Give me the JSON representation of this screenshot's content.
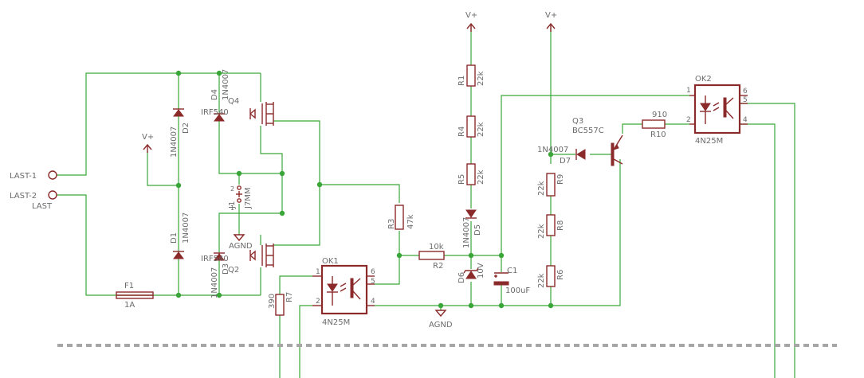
{
  "labels": {
    "last1": "LAST-1",
    "last2": "LAST-2",
    "last": "LAST",
    "d1_name": "D1",
    "d1_val": "1N4007",
    "d2_name": "D2",
    "d2_val": "1N4007",
    "d3_name": "D3",
    "d3_val": "1N4007",
    "d4_name": "D4",
    "d4_val": "1N4007",
    "q1_name": "Q2",
    "q1_val": "IRF540",
    "q4_name": "Q4",
    "q4_val": "IRF540",
    "j1_name": "J1",
    "j1_val": "J7MM",
    "j1_pin1": "1",
    "j1_pin2": "2",
    "agnd": "AGND",
    "vplus": "V+",
    "f1_name": "F1",
    "f1_val": "1A",
    "r7_name": "R7",
    "r7_val": "390",
    "r3_name": "R3",
    "r3_val": "47k",
    "r2_name": "R2",
    "r2_val": "10k",
    "r1_name": "R1",
    "r1_val": "22k",
    "r4_name": "R4",
    "r4_val": "22k",
    "r5_name": "R5",
    "r5_val": "22k",
    "r9_name": "R9",
    "r9_val": "22k",
    "r8_name": "R8",
    "r8_val": "22k",
    "r6_name": "R6",
    "r6_val": "22k",
    "r10_name": "R10",
    "r10_val": "910",
    "d5_name": "D5",
    "d5_val": "1N4007",
    "d6_name": "D6",
    "d6_val": "10V",
    "d7_name": "D7",
    "d7_val": "1N4007",
    "c1_name": "C1",
    "c1_val": "100uF",
    "q3_name": "Q3",
    "q3_val": "BC557C",
    "ok1_name": "OK1",
    "ok1_val": "4N25M",
    "ok2_name": "OK2",
    "ok2_val": "4N25M",
    "ok1_pins": [
      "1",
      "2",
      "6",
      "5",
      "4"
    ],
    "ok2_pins": [
      "1",
      "2",
      "6",
      "5",
      "4"
    ]
  },
  "colors": {
    "wire": "#3aa63a",
    "component": "#8b2a2a",
    "text": "#6b6b6b",
    "frame": "#a6a6a6"
  }
}
